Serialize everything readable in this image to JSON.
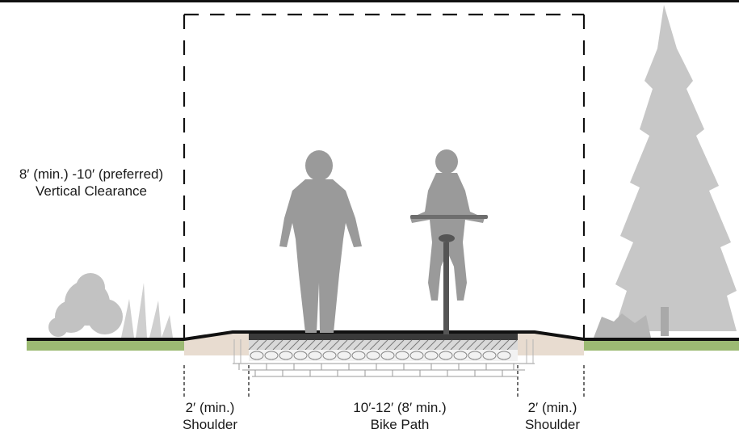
{
  "clearance": {
    "line1": "8′ (min.) -10′ (preferred)",
    "line2": "Vertical Clearance"
  },
  "dimensions": {
    "left_shoulder": {
      "size": "2′ (min.)",
      "name": "Shoulder"
    },
    "path": {
      "size": "10′-12′ (8′ min.)",
      "name": "Bike Path"
    },
    "right_shoulder": {
      "size": "2′ (min.)",
      "name": "Shoulder"
    }
  },
  "figures": [
    "pedestrian-silhouette",
    "cyclist-silhouette",
    "shrub",
    "tree"
  ],
  "colors": {
    "ground_line": "#111111",
    "grass": "#9cba73",
    "shoulder_fill": "#e8dcd0",
    "silhouette": "#9a9a9a",
    "vegetation": "#bdbdbd"
  }
}
